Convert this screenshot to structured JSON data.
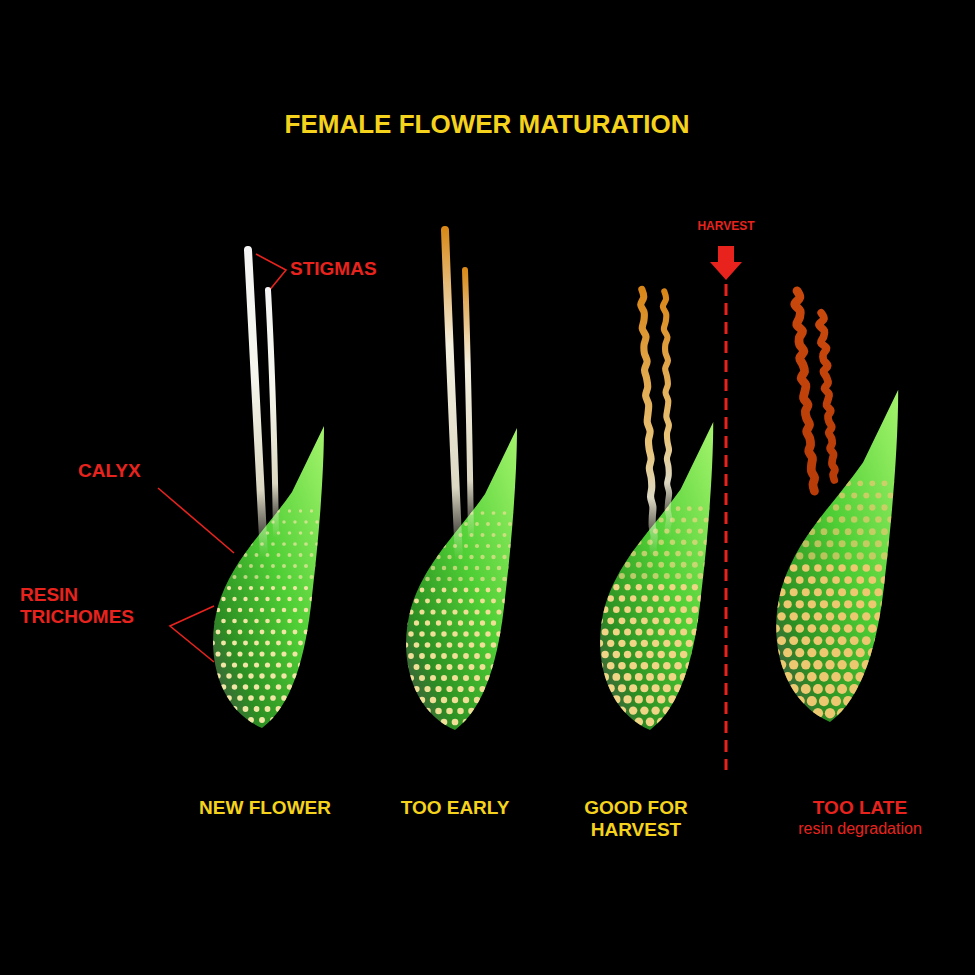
{
  "diagram": {
    "title": "FEMALE FLOWER MATURATION",
    "labels": [
      "STIGMAS",
      "CALYX",
      "RESIN TRICHOMES",
      "HARVEST",
      "NEW FLOWER",
      "TOO EARLY",
      "GOOD FOR HARVEST",
      "TOO LATE",
      "resin degradation"
    ]
  }
}
